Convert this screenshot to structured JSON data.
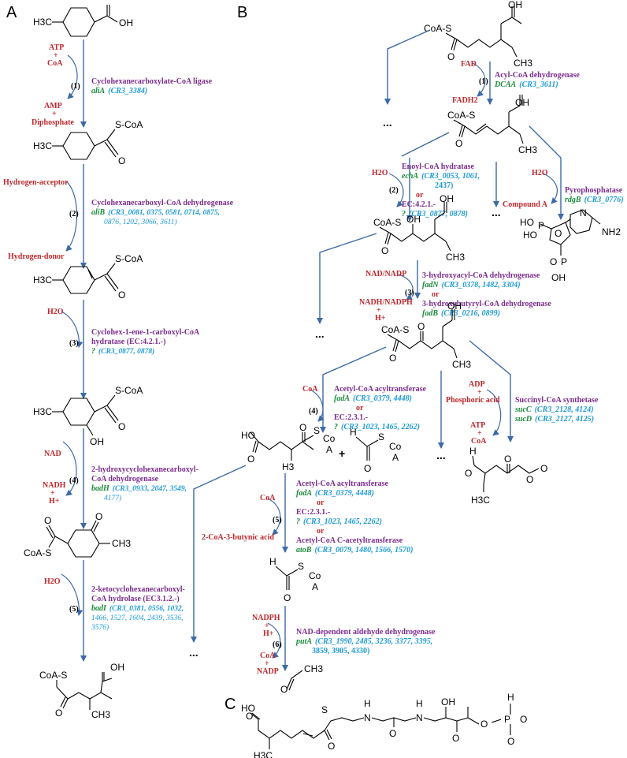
{
  "panels": {
    "a": "A",
    "b": "B",
    "c": "C"
  },
  "colors": {
    "arrow": "#3d6aa6",
    "cofactor": "#c0282d",
    "enzyme": "#7b2d8e",
    "gene": "#1a8c3a",
    "locus": "#1e9bd6"
  },
  "chem": {
    "h3c": "H3C",
    "oh": "OH",
    "sco": "S-CoA",
    "coas": "CoA-S",
    "ch3": "CH3",
    "o": "O",
    "h": "H",
    "co": "Co",
    "a": "A",
    "h3": "H3",
    "ho": "HO",
    "s": "S",
    "n": "N",
    "nh2": "NH2",
    "p": "P",
    "plus": "+"
  },
  "panelA": {
    "s1": {
      "top": "ATP",
      "plus": "+",
      "bottom": "CoA",
      "step": "(1)",
      "enzyme": "Cyclohexanecarboxylate-CoA ligase",
      "gene": "aliA",
      "loci": "(CR3_3384)",
      "out1": "AMP",
      "plus2": "+",
      "out2": "Diphosphate"
    },
    "s2": {
      "in": "Hydrogen-acceptor",
      "step": "(2)",
      "enzyme": "Cyclohexanecarboxyl-CoA dehydrogenase",
      "gene": "aliB",
      "loci1": "(CR3_0081, 0375, 0581, 0714, 0875,",
      "loci2": "0876, 1202, 3066, 3611)",
      "out": "Hydrogen-donor"
    },
    "s3": {
      "in": "H2O",
      "step": "(3)",
      "enzyme1": "Cyclohex-1-ene-1-carboxyl-CoA",
      "enzyme2": "hydratase (EC:4.2.1.-)",
      "gene": "?",
      "loci": "(CR3_0877, 0878)"
    },
    "s4": {
      "in": "NAD",
      "step": "(4)",
      "enzyme1": "2-hydroxycyclohexanecarboxyl-",
      "enzyme2": "CoA dehydrogenase",
      "gene": "badH",
      "loci1": "(CR3_0933, 2047, 3549,",
      "loci2": "4177)",
      "out1": "NADH",
      "plus": "+",
      "out2": "H+"
    },
    "s5": {
      "in": "H2O",
      "step": "(5)",
      "enzyme1": "2-ketocyclohexanecarboxyl-",
      "enzyme2": "CoA hydrolase (EC3.1.2.-)",
      "gene": "badI",
      "loci1": "(CR3_0381, 0556, 1032,",
      "loci2": "1466, 1527, 1604, 2439, 3536,",
      "loci3": "3576)"
    }
  },
  "panelB": {
    "ellipsis": "...",
    "s1": {
      "in": "FAD",
      "step": "(1)",
      "enzyme": "Acyl-CoA dehydrogenase",
      "gene": "DCAA",
      "loci": "(CR3_3611)",
      "out": "FADH2"
    },
    "s2": {
      "in": "H2O",
      "step": "(2)",
      "enzyme": "Enoyl-CoA hydratase",
      "gene": "echA",
      "loci1": "(CR3_0053, 1061,",
      "loci2": "2437)",
      "or": "or",
      "ec": "EC:4.2.1.-",
      "gene2": "?",
      "loci3": "(CR3_0877, 0878)"
    },
    "pyro": {
      "in": "H2O",
      "enzyme": "Pyrophosphatase",
      "gene": "rdgB",
      "loci": "(CR3_0776)",
      "product": "Compound A"
    },
    "s3": {
      "in": "NAD/NADP",
      "step": "(3)",
      "enzyme1": "3-hydroxyacyl-CoA dehydrogenase",
      "gene1": "fadN",
      "loci1": "(CR3_0378, 1482, 3304)",
      "or": "or",
      "enzyme2": "3-hydroxybutyryl-CoA dehydrogenase",
      "gene2": "fadB",
      "loci2": "(CR3_0216, 0899)",
      "out1": "NADH/NADPH",
      "plus": "+",
      "out2": "H+"
    },
    "s4": {
      "in": "CoA",
      "step": "(4)",
      "enzyme": "Acetyl-CoA acyltransferase",
      "gene": "fadA",
      "loci": "(CR3_0379, 4448)",
      "or": "or",
      "ec": "EC:2.3.1.-",
      "gene2": "?",
      "loci2": "(CR3_1023, 1465, 2262)"
    },
    "succ": {
      "in1": "ADP",
      "plus": "+",
      "in2": "Phosphoric acid",
      "enzyme": "Succinyl-CoA synthetase",
      "gene1": "sucC",
      "loci1": "(CR3_2128, 4124)",
      "gene2": "sucD",
      "loci2": "(CR3_2127, 4125)",
      "out1": "ATP",
      "plus2": "+",
      "out2": "CoA"
    },
    "s5": {
      "in": "CoA",
      "step": "(5)",
      "enzyme1": "Acetyl-CoA acyltransferase",
      "gene1": "fadA",
      "loci1": "(CR3_0379, 4448)",
      "or1": "or",
      "ec": "EC:2.3.1.-",
      "gene2": "?",
      "loci2": "(CR3_1023, 1465, 2262)",
      "or2": "or",
      "enzyme3": "Acetyl-CoA C-acetyltransferase",
      "gene3": "atoB",
      "loci3": "(CR3_0079, 1480, 1566, 1570)",
      "out": "2-CoA-3-butynic acid"
    },
    "s6": {
      "in1": "NADPH",
      "plus": "+",
      "in2": "H+",
      "step": "(6)",
      "enzyme": "NAD-dependent aldehyde dehydrogenase",
      "gene": "putA",
      "loci1": "(CR3_1990, 2485, 3236, 3377,  3395,",
      "loci2": "3859, 3905, 4330)",
      "out1": "CoA",
      "plus2": "+",
      "out2": "NADP"
    }
  }
}
